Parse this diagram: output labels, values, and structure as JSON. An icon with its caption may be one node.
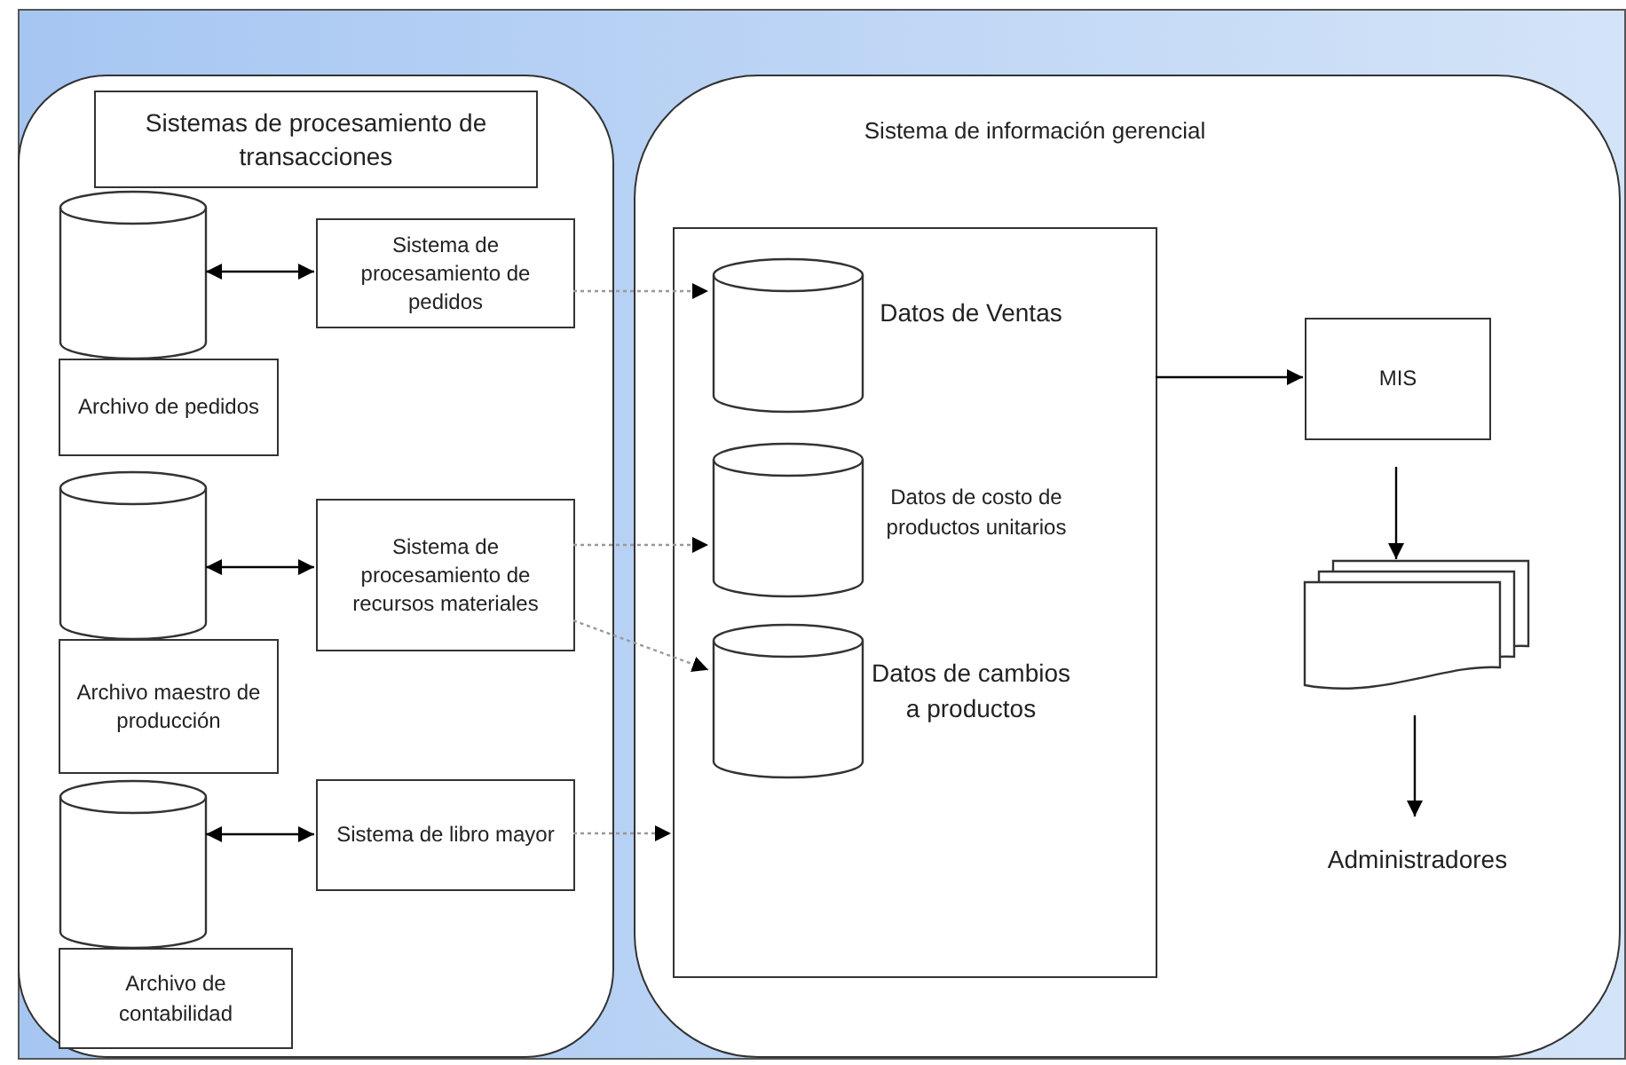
{
  "diagram": {
    "nodes": [
      {
        "text": [],
        "shape": "box"
      },
      {
        "text": [
          "Sistemas de procesamiento de transacciones"
        ],
        "in": 0
      },
      {
        "text": [],
        "shape": "cylinder",
        "in": 0
      },
      {
        "text": [
          "Archivo de pedidos"
        ],
        "in": 0
      },
      {
        "text": [
          "Sistema de procesamiento de pedidos"
        ],
        "in": 0
      },
      {
        "text": [],
        "shape": "cylinder",
        "in": 0
      },
      {
        "text": [
          "Archivo maestro de producción"
        ],
        "in": 0
      },
      {
        "text": [
          "Sistema de procesamiento de recursos materiales"
        ],
        "in": 0
      },
      {
        "text": [],
        "shape": "cylinder",
        "in": 0
      },
      {
        "text": [
          "Archivo de contabilidad"
        ],
        "in": 0
      },
      {
        "text": [
          "Sistema de libro mayor"
        ],
        "in": 0
      },
      {
        "text": [
          "Sistema de información gerencial"
        ]
      },
      {
        "text": [],
        "shape": "box",
        "in": 11
      },
      {
        "text": [],
        "shape": "cylinder",
        "in": 12,
        "beside": [
          "Datos de Ventas"
        ]
      },
      {
        "text": [],
        "shape": "cylinder",
        "in": 12,
        "beside": [
          "Datos de costo de productos unitarios"
        ]
      },
      {
        "text": [],
        "shape": "cylinder",
        "in": 12,
        "beside": [
          "Datos de cambios a productos"
        ]
      },
      {
        "text": [
          "MIS"
        ],
        "in": 11
      },
      {
        "text": [],
        "shape": "document",
        "in": 11
      },
      {
        "text": [
          "Administradores"
        ],
        "in": 11
      }
    ],
    "edges": [
      {
        "from": 2,
        "to": 4,
        "arrow": "both"
      },
      {
        "from": 5,
        "to": 7,
        "arrow": "both"
      },
      {
        "from": 8,
        "to": 10,
        "arrow": "both"
      },
      {
        "from": 4,
        "to": 13,
        "arrow": "to",
        "style": "dashed",
        "color": "#999999"
      },
      {
        "from": 7,
        "to": 14,
        "arrow": "to",
        "style": "dashed",
        "color": "#999999"
      },
      {
        "from": 7,
        "to": 15,
        "arrow": "to",
        "style": "dashed",
        "color": "#999999"
      },
      {
        "from": 10,
        "to": 12,
        "arrow": "to",
        "style": "dashed",
        "color": "#999999"
      },
      {
        "from": 12,
        "to": 16,
        "arrow": "to"
      },
      {
        "from": 16,
        "to": 17,
        "arrow": "to"
      },
      {
        "from": 17,
        "to": 18,
        "arrow": "to"
      }
    ]
  }
}
